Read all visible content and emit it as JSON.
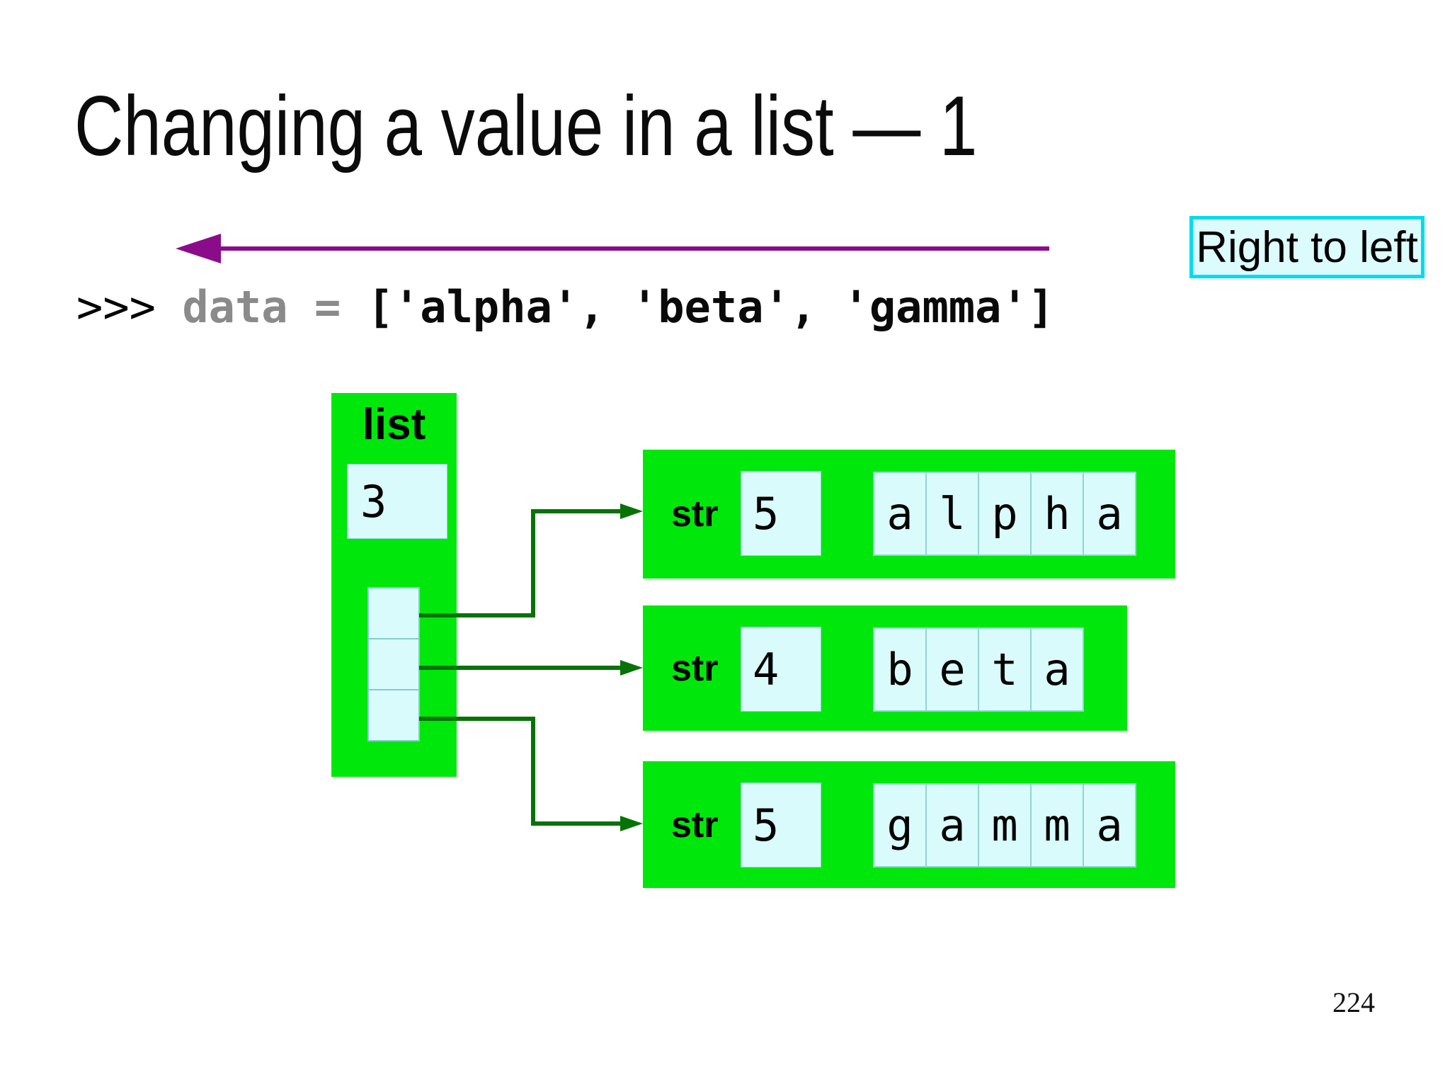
{
  "slide": {
    "title": "Changing a value in a list — 1",
    "page_number": "224",
    "direction_label": "Right to left"
  },
  "code": {
    "prompt": ">>> ",
    "variable": "data ",
    "operator": "= ",
    "value": "['alpha', 'beta', 'gamma']"
  },
  "diagram": {
    "list": {
      "type_label": "list",
      "length": "3",
      "element_count": 3
    },
    "strings": [
      {
        "type_label": "str",
        "length": "5",
        "chars": [
          "a",
          "l",
          "p",
          "h",
          "a"
        ]
      },
      {
        "type_label": "str",
        "length": "4",
        "chars": [
          "b",
          "e",
          "t",
          "a"
        ]
      },
      {
        "type_label": "str",
        "length": "5",
        "chars": [
          "g",
          "a",
          "m",
          "m",
          "a"
        ]
      }
    ]
  },
  "colors": {
    "object_green": "#00e70c",
    "cell_cyan": "#d9fbfb",
    "pointer_dark_green": "#077307",
    "direction_purple": "#8a0c8a",
    "note_border_cyan": "#00dcee",
    "note_fill_cyan": "#dcfbfd",
    "code_gray": "#8a8a8a"
  }
}
